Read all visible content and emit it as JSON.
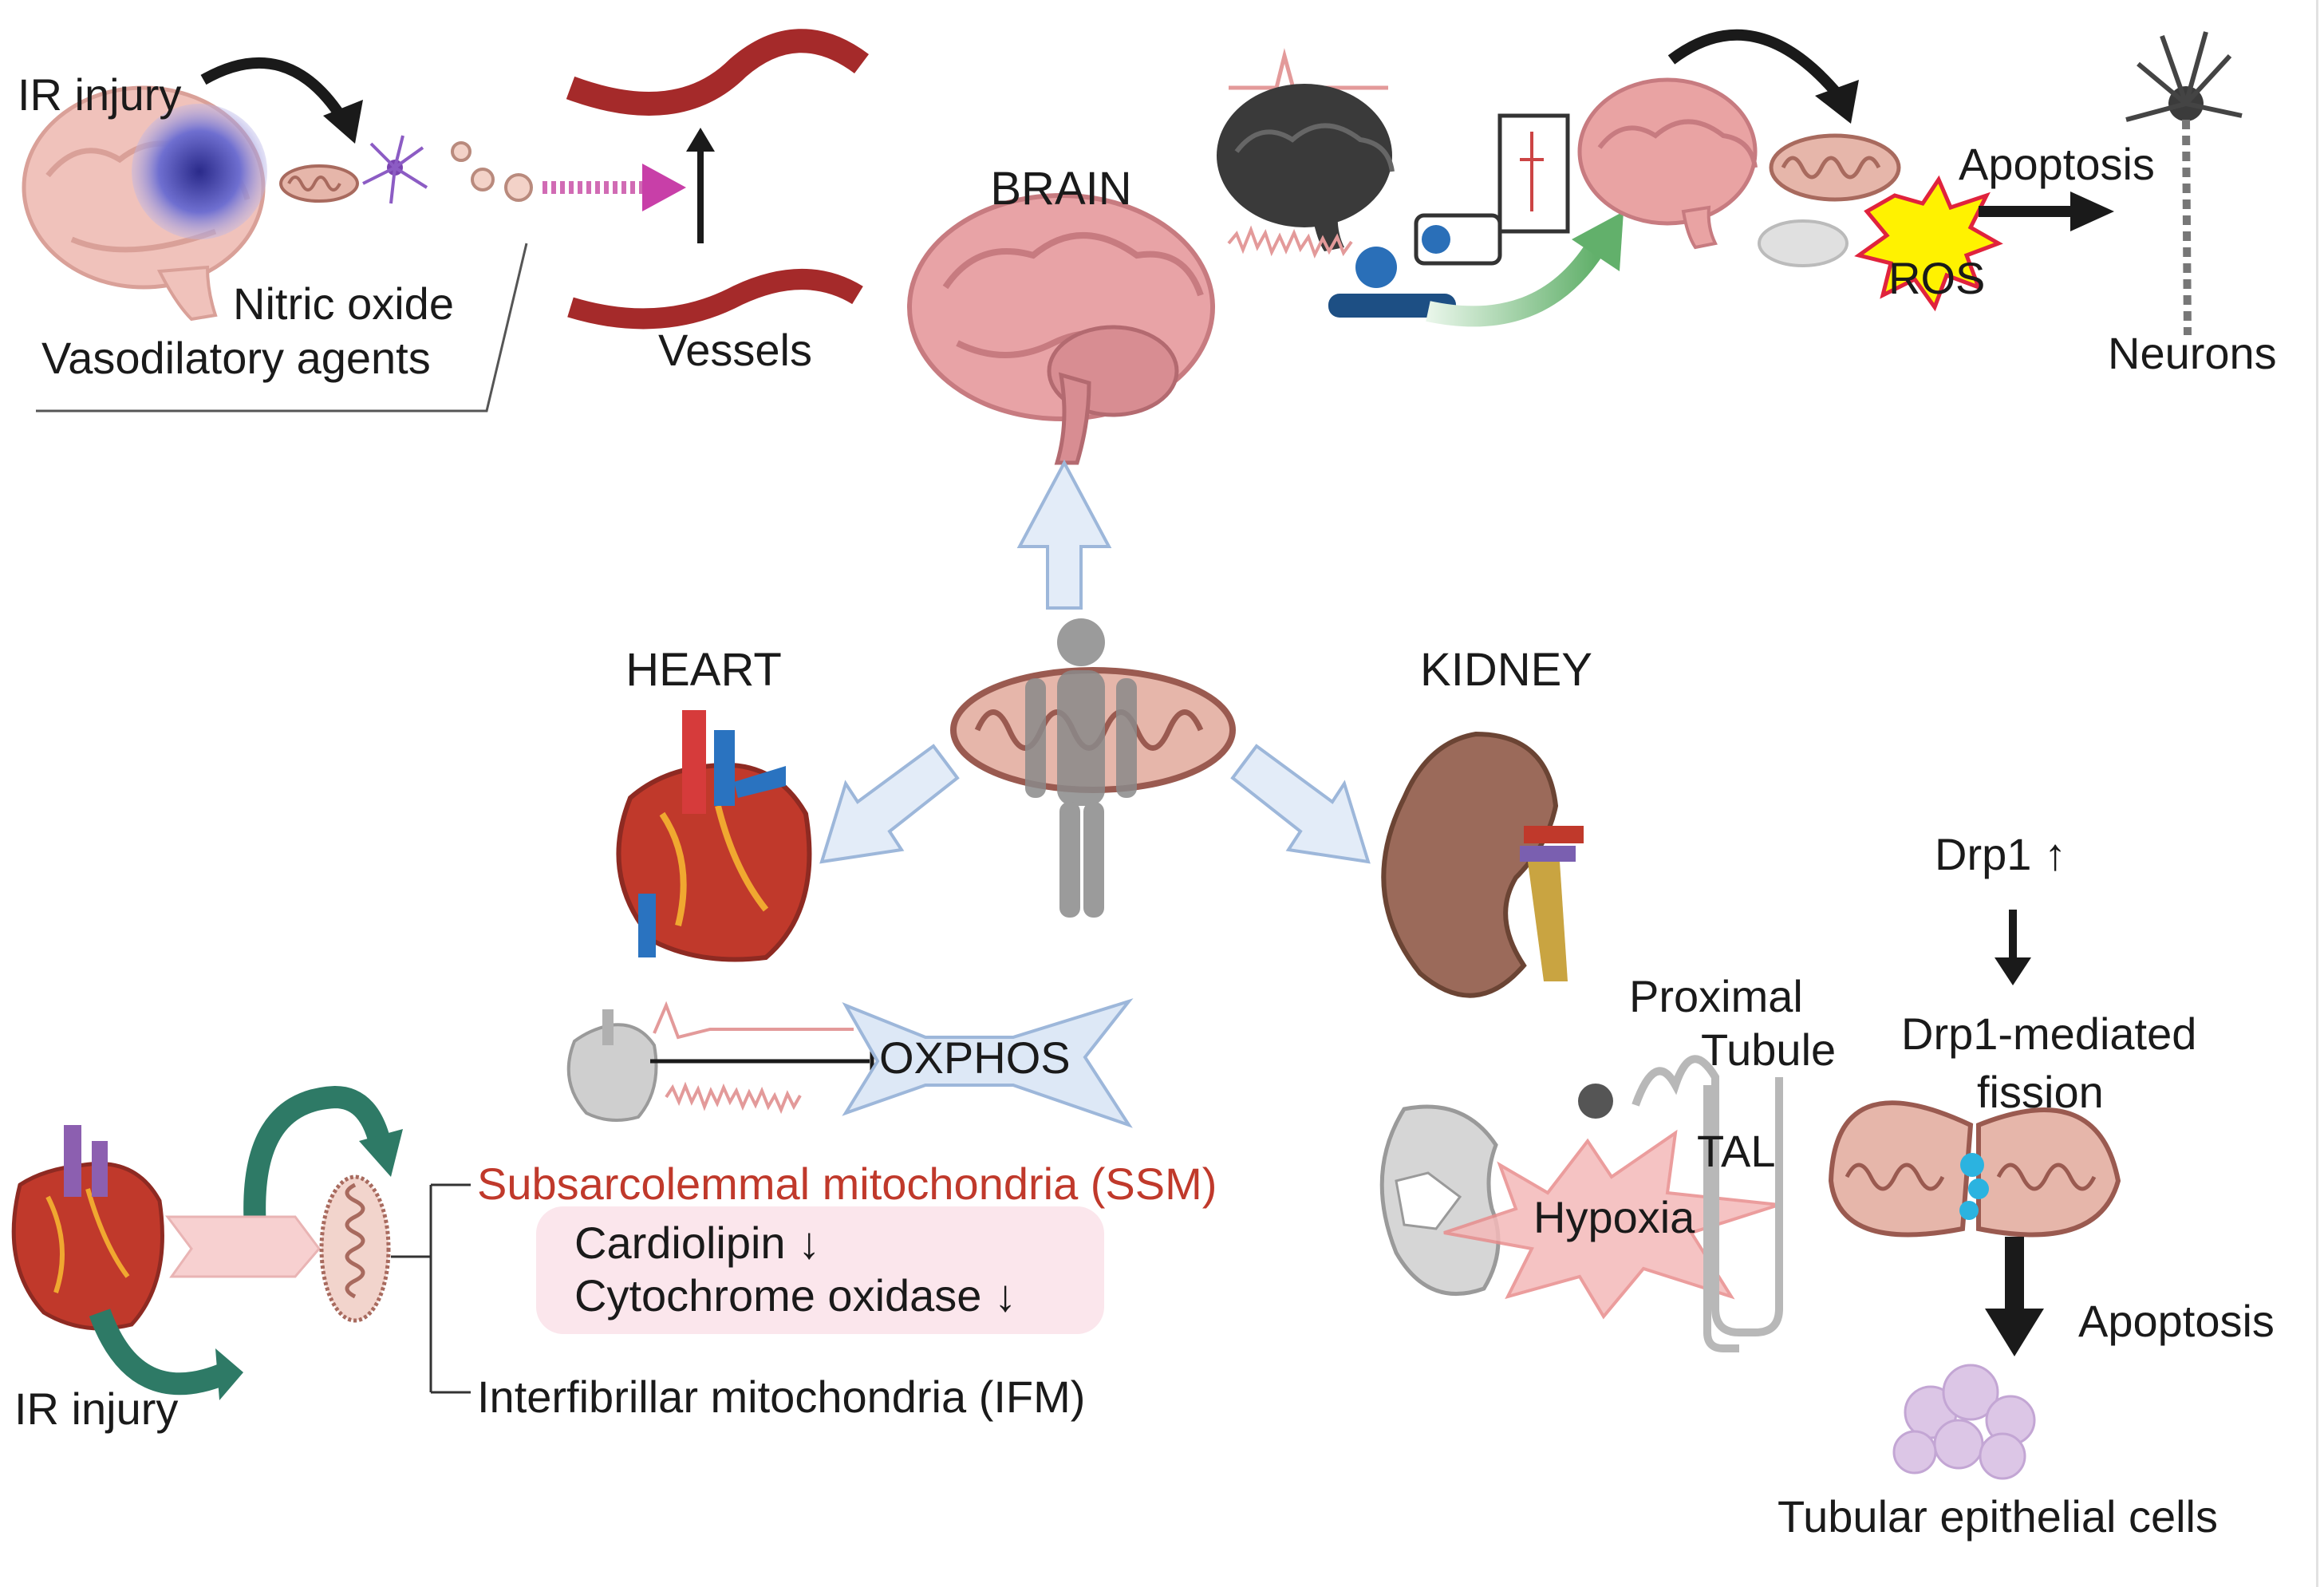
{
  "colors": {
    "arrow_blue_fill": "#e3ecf8",
    "arrow_blue_stroke": "#9db7da",
    "ssm_red": "#c0392b",
    "curved_arrow_teal": "#2e7a66",
    "pink_box": "#fbe6ec"
  },
  "brain": {
    "title": "BRAIN",
    "ir_injury": "IR injury",
    "nitric_oxide": "Nitric oxide",
    "vasodilatory": "Vasodilatory agents",
    "vessels": "Vessels",
    "ros": "ROS",
    "apoptosis": "Apoptosis",
    "neurons": "Neurons"
  },
  "heart": {
    "title": "HEART",
    "oxphos": "OXPHOS",
    "ir_injury": "IR injury",
    "ssm": "Subsarcolemmal mitochondria (SSM)",
    "cardiolipin": "Cardiolipin ↓",
    "cytochrome": "Cytochrome oxidase ↓",
    "ifm": "Interfibrillar mitochondria (IFM)"
  },
  "kidney": {
    "title": "KIDNEY",
    "proximal": "Proximal",
    "tubule": "Tubule",
    "tal": "TAL",
    "hypoxia": "Hypoxia",
    "drp1": "Drp1 ↑",
    "drp1_mediated": "Drp1-mediated",
    "fission": "fission",
    "apoptosis": "Apoptosis",
    "tubular_cells": "Tubular epithelial cells"
  }
}
